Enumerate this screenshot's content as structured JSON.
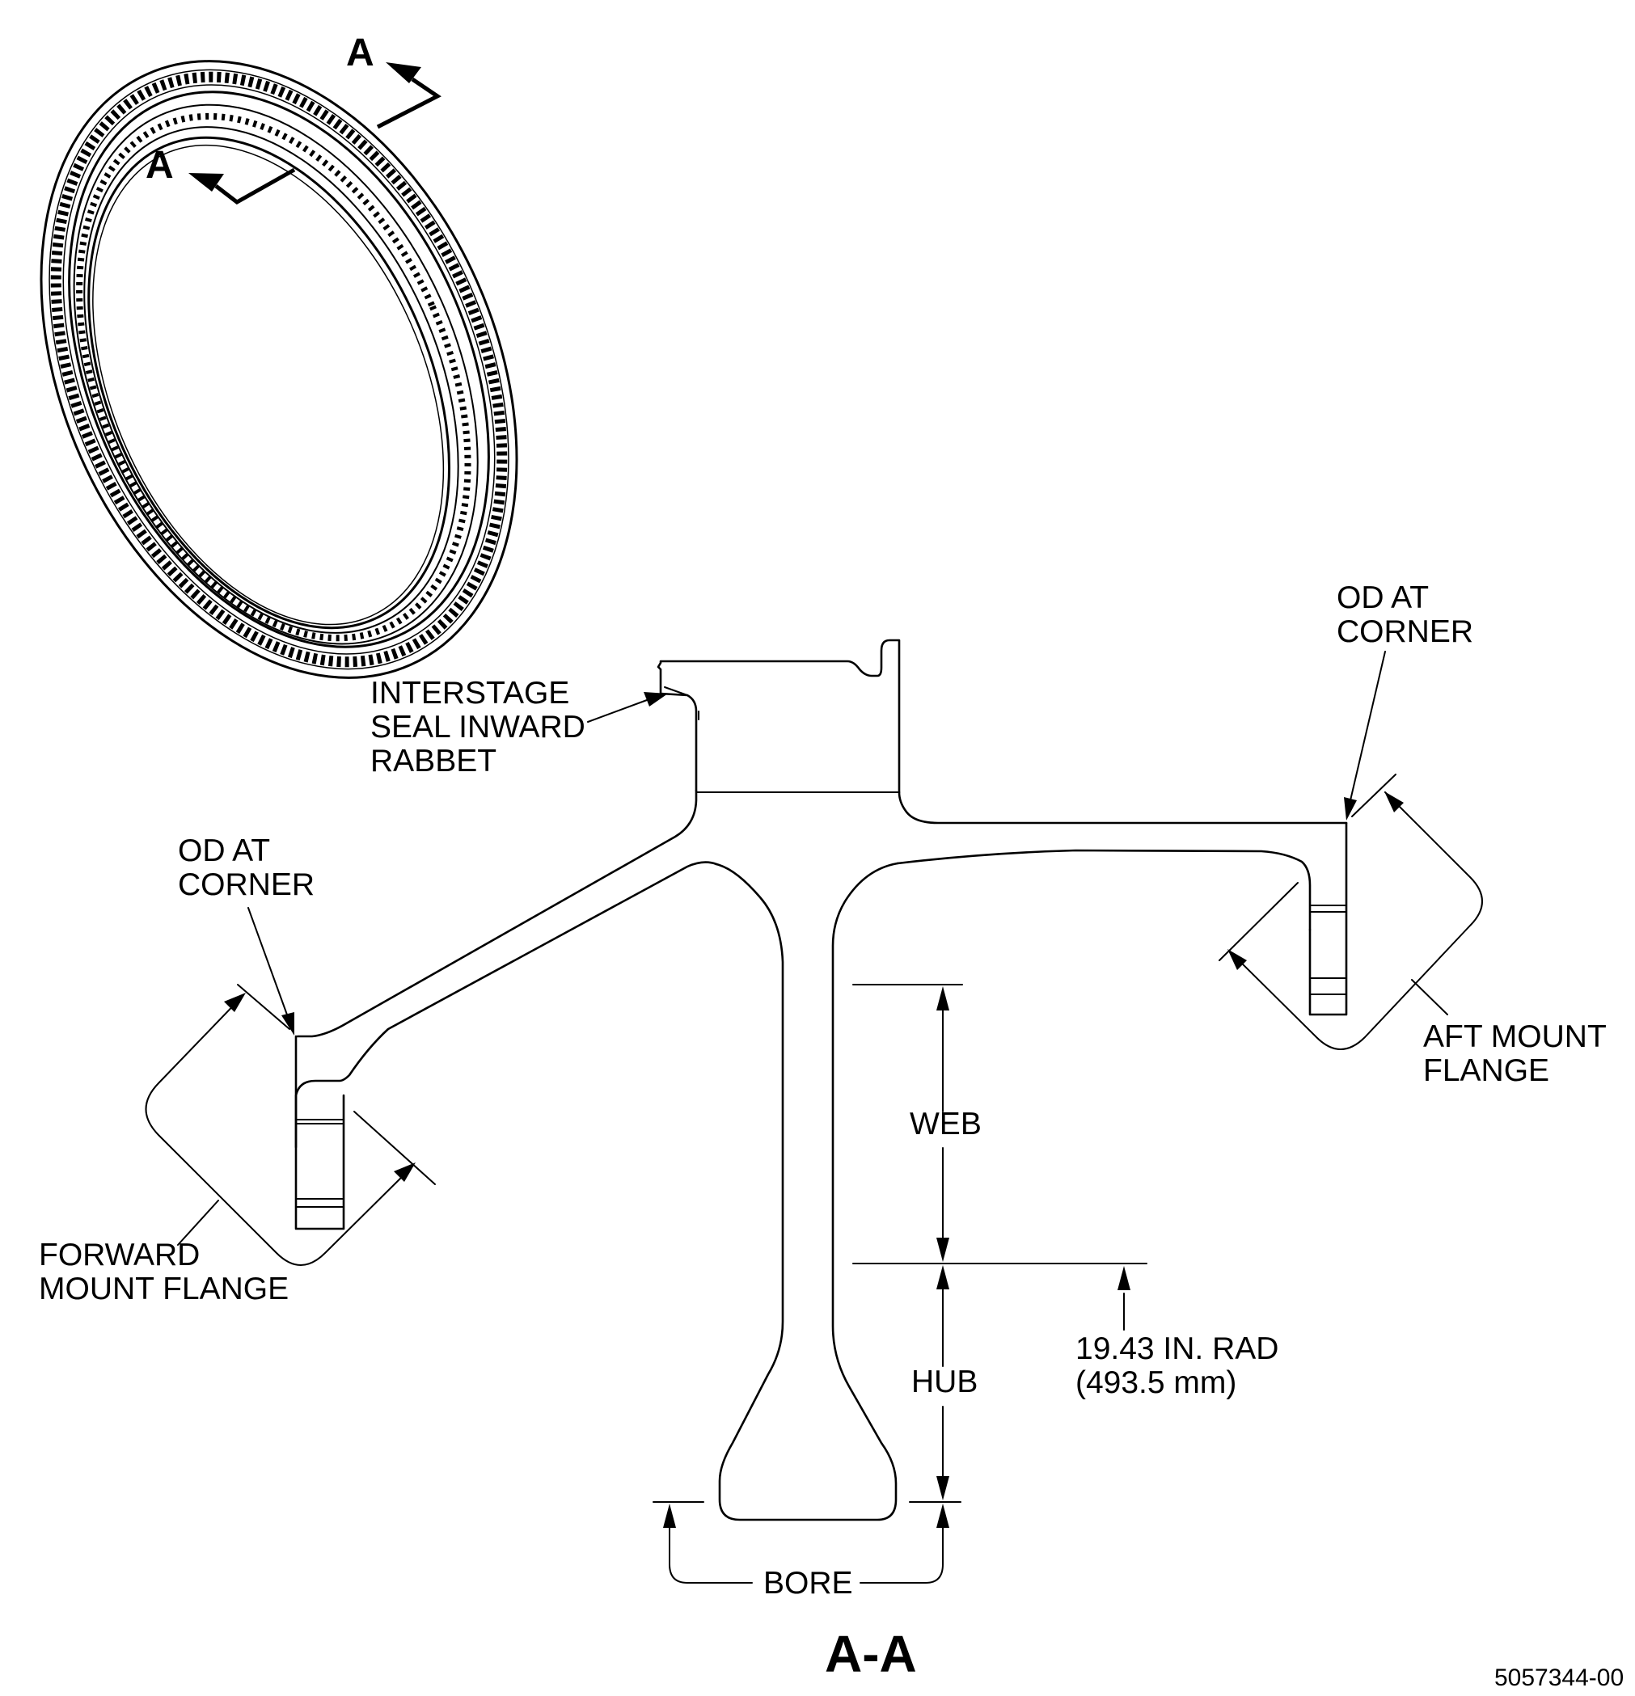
{
  "section_markers": {
    "upper_letter": "A",
    "lower_letter": "A"
  },
  "callouts": {
    "interstage_seal": [
      "INTERSTAGE",
      "SEAL INWARD",
      "RABBET"
    ],
    "od_corner_forward": [
      "OD AT",
      "CORNER"
    ],
    "od_corner_aft": [
      "OD AT",
      "CORNER"
    ],
    "forward_mount_flange": [
      "FORWARD",
      "MOUNT FLANGE"
    ],
    "aft_mount_flange": [
      "AFT MOUNT",
      "FLANGE"
    ]
  },
  "dimensions": {
    "web": "WEB",
    "hub": "HUB",
    "bore": "BORE",
    "radius": [
      "19.43 IN. RAD",
      "(493.5 mm)"
    ]
  },
  "view_title": "A-A",
  "figure_number": "5057344-00"
}
